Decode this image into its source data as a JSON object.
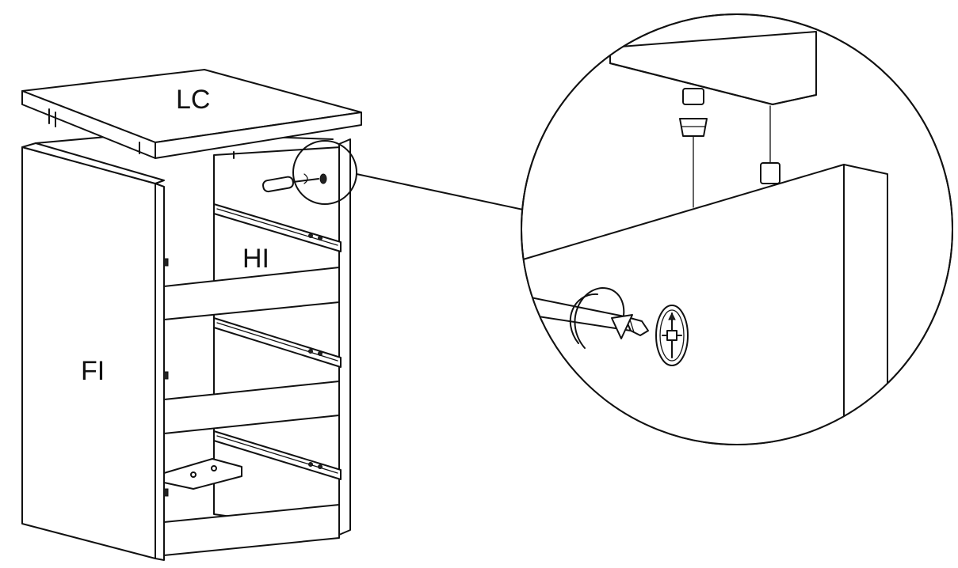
{
  "labels": {
    "top_panel": "LC",
    "back_panel": "HI",
    "side_panel": "FI"
  },
  "colors": {
    "line": "#111111",
    "background": "#ffffff"
  },
  "icons": {
    "tool": "screwdriver-icon",
    "rotation": "clockwise-arrow-icon",
    "fastener": "cam-lock-icon"
  }
}
